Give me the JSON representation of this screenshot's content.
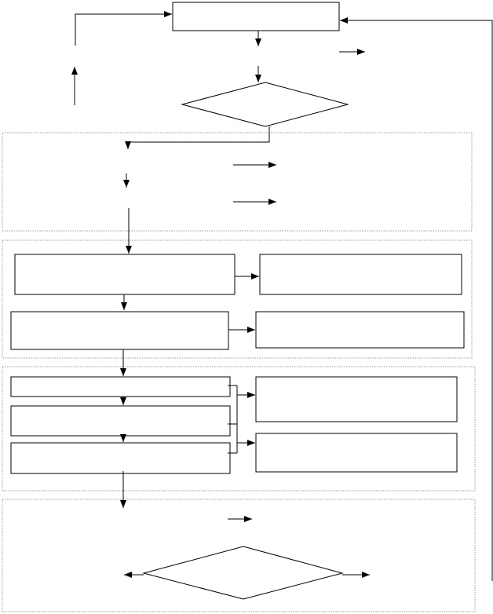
{
  "diagram": {
    "colors": {
      "stroke": "#000000",
      "section_border": "#9a9a9a",
      "background": "#ffffff"
    },
    "nodes": [
      {
        "id": "top-process",
        "shape": "rectangle",
        "text": ""
      },
      {
        "id": "first-decision",
        "shape": "diamond",
        "text": ""
      },
      {
        "id": "stage3-box-top-left",
        "shape": "rectangle",
        "text": ""
      },
      {
        "id": "stage3-box-top-right",
        "shape": "rectangle",
        "text": ""
      },
      {
        "id": "stage3-box-bottom-left",
        "shape": "rectangle",
        "text": ""
      },
      {
        "id": "stage3-box-bottom-right",
        "shape": "rectangle",
        "text": ""
      },
      {
        "id": "stage4-box-1",
        "shape": "rectangle",
        "text": ""
      },
      {
        "id": "stage4-box-2",
        "shape": "rectangle",
        "text": ""
      },
      {
        "id": "stage4-box-3",
        "shape": "rectangle",
        "text": ""
      },
      {
        "id": "stage4-output-top",
        "shape": "rectangle",
        "text": ""
      },
      {
        "id": "stage4-output-bottom",
        "shape": "rectangle",
        "text": ""
      },
      {
        "id": "final-decision",
        "shape": "diamond",
        "text": ""
      }
    ],
    "sections": [
      {
        "id": "stage-2"
      },
      {
        "id": "stage-3"
      },
      {
        "id": "stage-4"
      },
      {
        "id": "stage-5"
      }
    ]
  }
}
